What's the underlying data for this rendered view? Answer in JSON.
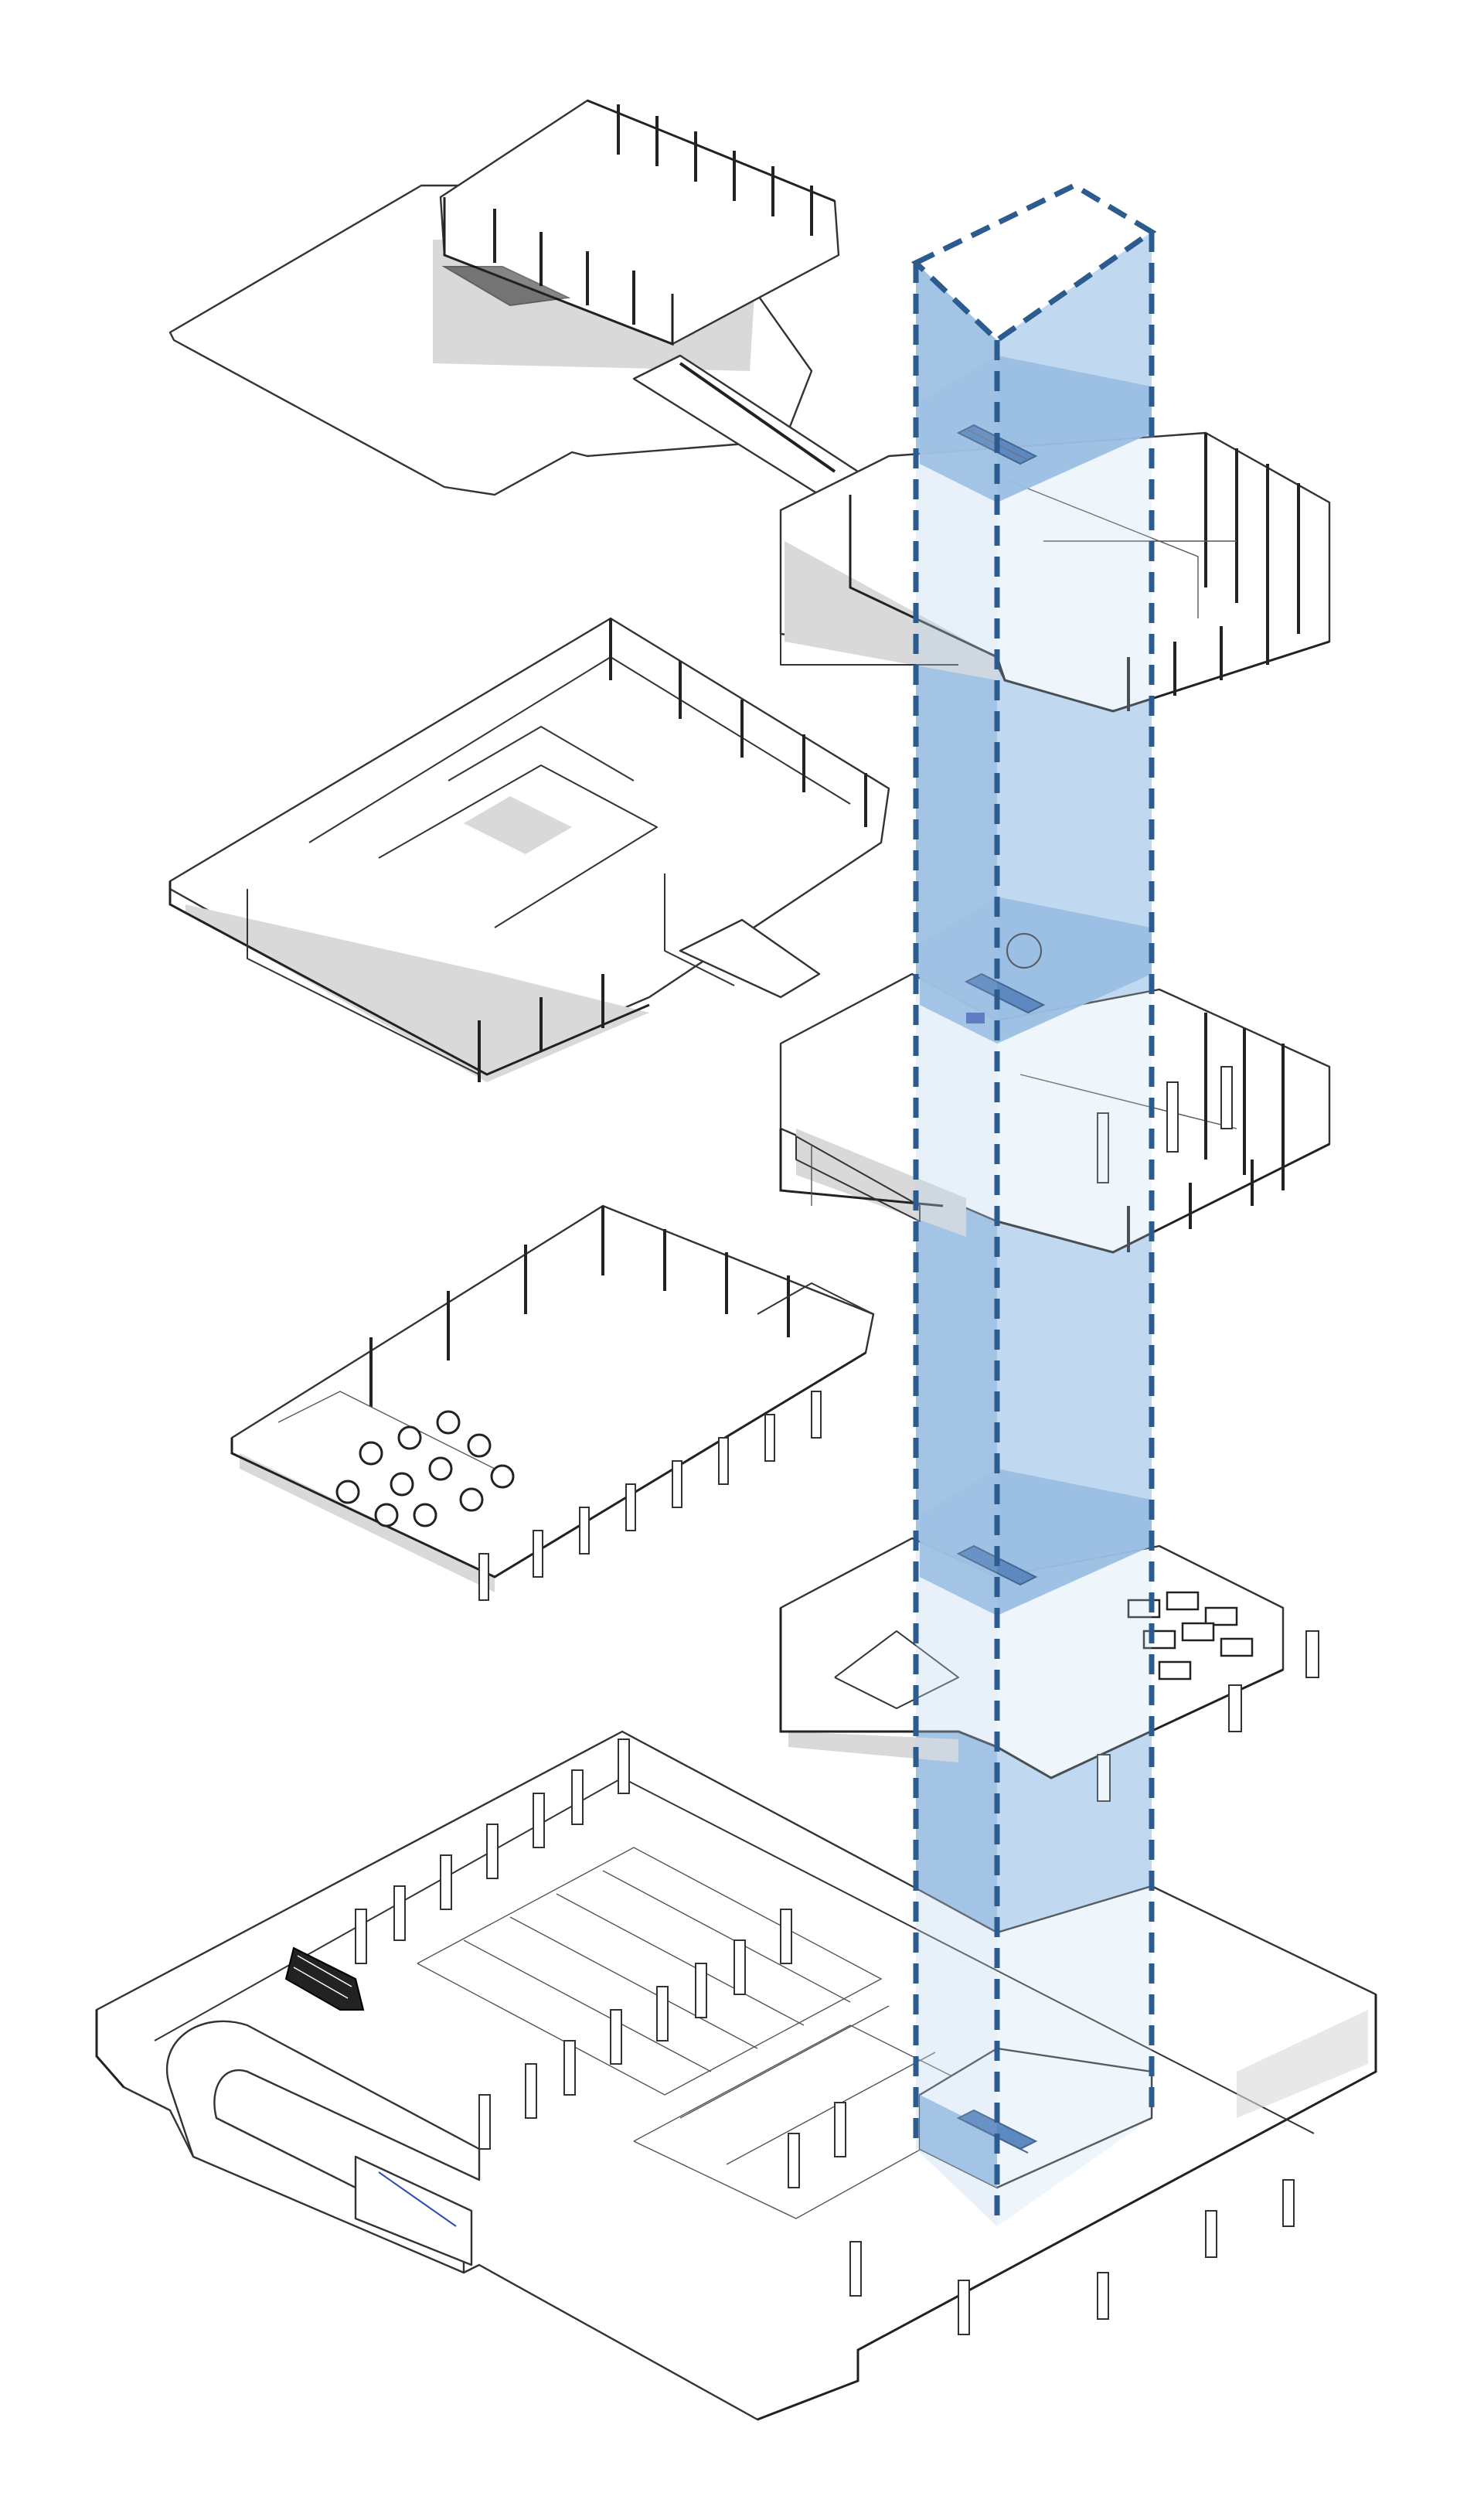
{
  "figure": {
    "kind": "exploded axonometric building diagram",
    "floors": [
      "level-top",
      "level-upper",
      "level-middle",
      "level-lower",
      "level-basement-parking"
    ],
    "colors": {
      "core_light": "#bcd6ee",
      "core_dark": "#8fb6de",
      "core_outline": "#2b5b8f",
      "stair_blue": "#3c6fb0",
      "linework": "#333333",
      "shadow": "#d9d9d9",
      "background": "#ffffff"
    },
    "icons": [
      "stair-icon",
      "column-icon",
      "workstation-icon",
      "table-chair-icon"
    ]
  }
}
